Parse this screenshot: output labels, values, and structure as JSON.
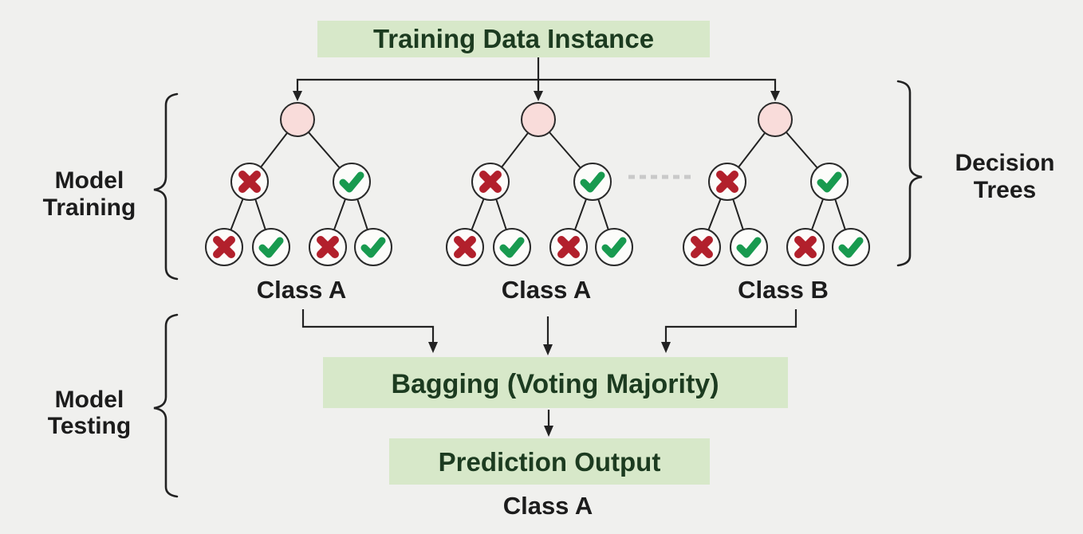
{
  "title_box": {
    "label": "Training Data Instance"
  },
  "side_labels": {
    "model_training": {
      "line1": "Model",
      "line2": "Training"
    },
    "model_testing": {
      "line1": "Model",
      "line2": "Testing"
    },
    "decision_trees": {
      "line1": "Decision",
      "line2": "Trees"
    }
  },
  "trees": [
    {
      "label": "Class A",
      "level2": [
        "cross",
        "check"
      ],
      "leaves": [
        "cross",
        "check",
        "cross",
        "check"
      ]
    },
    {
      "label": "Class A",
      "level2": [
        "cross",
        "check"
      ],
      "leaves": [
        "cross",
        "check",
        "cross",
        "check"
      ]
    },
    {
      "label": "Class B",
      "level2": [
        "cross",
        "check"
      ],
      "leaves": [
        "cross",
        "check",
        "cross",
        "check"
      ]
    }
  ],
  "bagging_box": {
    "label": "Bagging (Voting Majority)"
  },
  "prediction_box": {
    "label": "Prediction Output"
  },
  "final_prediction": {
    "label": "Class A"
  },
  "colors": {
    "background": "#f0f0ee",
    "box_fill": "#d7e8c9",
    "box_text": "#1c3b20",
    "line": "#222222",
    "label_text": "#1c1c1c",
    "node_stroke": "#2a2a2a",
    "node_fill": "#fcfcfa",
    "root_fill": "#f9dcda",
    "cross": "#b2202c",
    "check": "#189a4f",
    "dots": "#c9c9c9"
  }
}
